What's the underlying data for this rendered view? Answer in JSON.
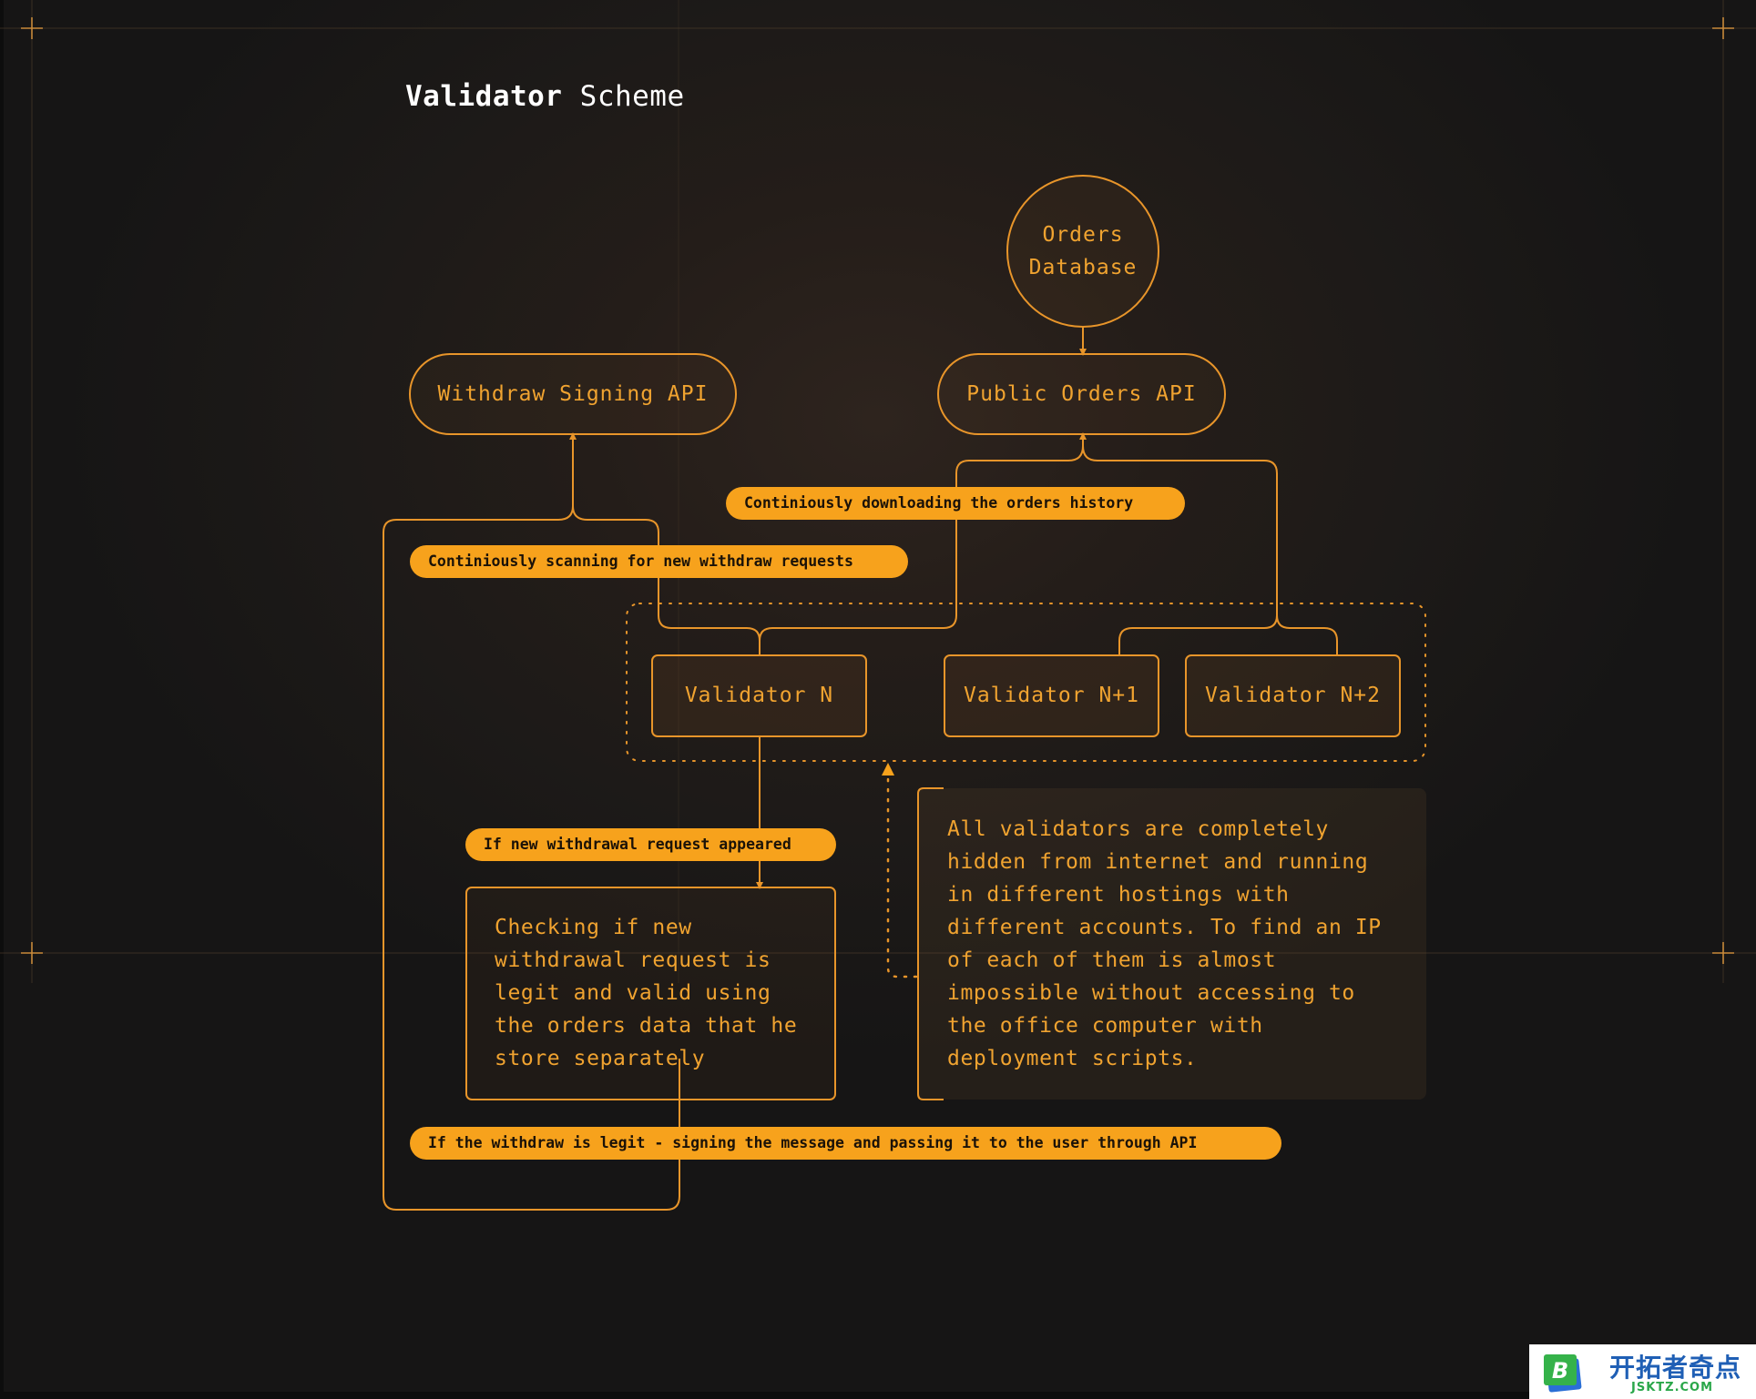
{
  "title": {
    "bold": "Validator",
    "light": "Scheme"
  },
  "nodes": {
    "orders_database": [
      "Orders",
      "Database"
    ],
    "withdraw_signing_api": "Withdraw Signing API",
    "public_orders_api": "Public Orders API",
    "validator_n": "Validator N",
    "validator_n1": "Validator N+1",
    "validator_n2": "Validator N+2"
  },
  "labels": {
    "downloading": "Continiously downloading the orders history",
    "scanning": "Continiously scanning for new withdraw requests",
    "new_request": "If new withdrawal request appeared",
    "legit": "If the withdraw is legit - signing the message and passing it to the user through API"
  },
  "checking_box": [
    "Checking if new",
    "withdrawal request is",
    "legit and valid using",
    "the orders data that he",
    "store separately"
  ],
  "note_box": [
    "All validators are completely",
    "hidden from internet and running",
    "in different hostings with",
    "different accounts. To find an IP",
    "of each of them is almost",
    "impossible without accessing to",
    "the office computer with",
    "deployment scripts."
  ],
  "watermark": {
    "logo_letter": "B",
    "text": "开拓者奇点",
    "sub": "JSKTZ.COM"
  },
  "colors": {
    "accent": "#f7a21c",
    "line": "#e8952a",
    "background": "#241d19",
    "title": "#ffffff"
  }
}
